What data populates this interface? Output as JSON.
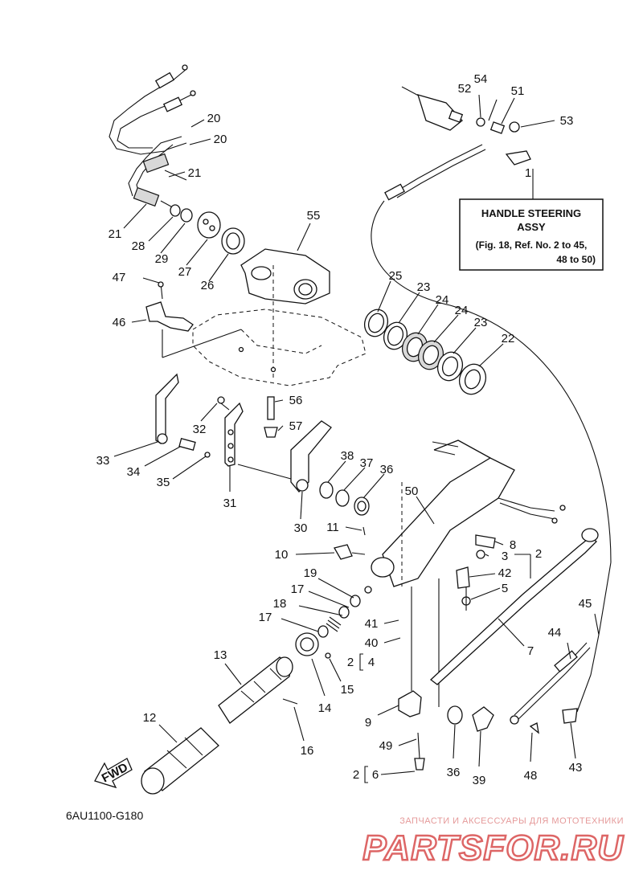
{
  "info_box": {
    "title_line1": "HANDLE STEERING",
    "title_line2": "ASSY",
    "ref_line1": "(Fig. 18, Ref. No. 2 to 45,",
    "ref_line2": "48 to 50)"
  },
  "fwd_label": "FWD",
  "diagram_code": "6AU1100-G180",
  "watermark": {
    "tagline": "ЗАПЧАСТИ И АКСЕССУАРЫ ДЛЯ МОТОТЕХНИКИ",
    "logo": "PARTSFOR.RU"
  },
  "callouts": {
    "c1": "1",
    "c2a": "2",
    "c2b": "2",
    "c2c": "2",
    "c3": "3",
    "c4": "4",
    "c5": "5",
    "c6": "6",
    "c7": "7",
    "c8": "8",
    "c9": "9",
    "c10": "10",
    "c11": "11",
    "c12": "12",
    "c13": "13",
    "c14": "14",
    "c15": "15",
    "c16": "16",
    "c17a": "17",
    "c17b": "17",
    "c18": "18",
    "c19": "19",
    "c20a": "20",
    "c20b": "20",
    "c21a": "21",
    "c21b": "21",
    "c22": "22",
    "c23a": "23",
    "c23b": "23",
    "c24a": "24",
    "c24b": "24",
    "c25": "25",
    "c26": "26",
    "c27": "27",
    "c28": "28",
    "c29": "29",
    "c30": "30",
    "c31": "31",
    "c32": "32",
    "c33": "33",
    "c34": "34",
    "c35": "35",
    "c36a": "36",
    "c36b": "36",
    "c37": "37",
    "c38": "38",
    "c39": "39",
    "c40": "40",
    "c41": "41",
    "c42": "42",
    "c43": "43",
    "c44": "44",
    "c45": "45",
    "c46": "46",
    "c47": "47",
    "c48": "48",
    "c49": "49",
    "c50": "50",
    "c51": "51",
    "c52": "52",
    "c53": "53",
    "c54": "54",
    "c55": "55",
    "c56": "56",
    "c57": "57"
  }
}
